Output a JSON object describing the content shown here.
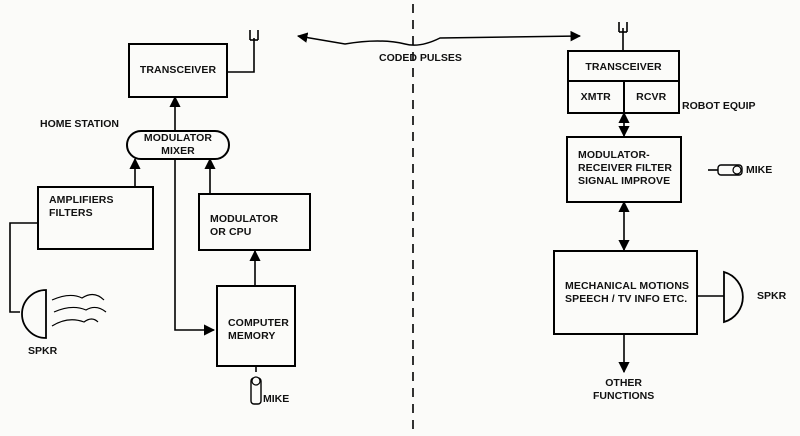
{
  "left": {
    "station_label": "HOME STATION",
    "transceiver": "TRANSCEIVER",
    "modulator_mixer": "MODULATOR\nMIXER",
    "amplifiers_filters": "AMPLIFIERS\nFILTERS",
    "modulator_cpu": "MODULATOR\nOR CPU",
    "computer_memory": "COMPUTER\nMEMORY",
    "speaker": "SPKR",
    "mike": "MIKE"
  },
  "link": {
    "label": "CODED PULSES"
  },
  "right": {
    "equip_label": "ROBOT EQUIP",
    "transceiver": "TRANSCEIVER",
    "xmtr": "XMTR",
    "rcvr": "RCVR",
    "modulator_receiver": "MODULATOR-\nRECEIVER FILTER\nSIGNAL IMPROVE",
    "mike": "MIKE",
    "mechanical": "MECHANICAL MOTIONS\nSPEECH / TV INFO ETC.",
    "speaker": "SPKR",
    "other_functions": "OTHER\nFUNCTIONS"
  }
}
